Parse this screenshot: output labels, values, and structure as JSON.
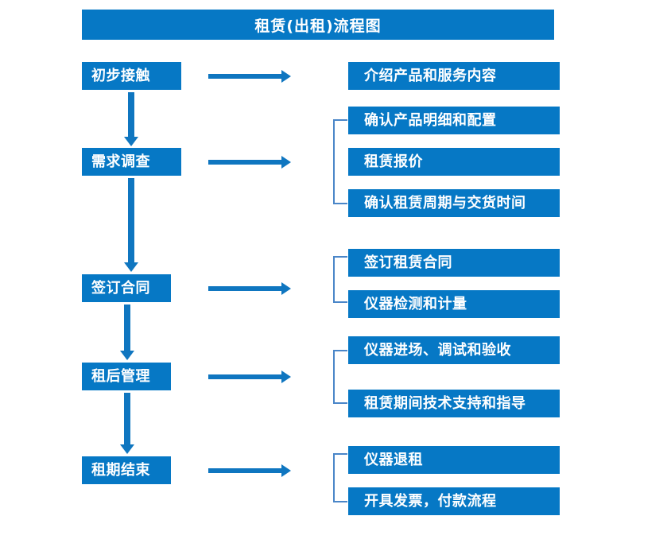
{
  "title": {
    "text": "租赁(出租)流程图"
  },
  "colors": {
    "box_fill": "#0678C5",
    "box_text": "#FFFFFF",
    "arrow": "#0F76C0",
    "bracket": "#4A86C8",
    "background": "#FFFFFF"
  },
  "stages": [
    {
      "id": "initial-contact",
      "label": "初步接触"
    },
    {
      "id": "needs-survey",
      "label": "需求调查"
    },
    {
      "id": "sign-contract",
      "label": "签订合同"
    },
    {
      "id": "post-rental-mgmt",
      "label": "租后管理"
    },
    {
      "id": "rental-end",
      "label": "租期结束"
    }
  ],
  "details": [
    {
      "id": "introduce-products",
      "label": "介绍产品和服务内容"
    },
    {
      "id": "confirm-spec",
      "label": "确认产品明细和配置"
    },
    {
      "id": "rental-quote",
      "label": "租赁报价"
    },
    {
      "id": "confirm-period",
      "label": "确认租赁周期与交货时间"
    },
    {
      "id": "sign-rental-contract",
      "label": "签订租赁合同"
    },
    {
      "id": "instrument-test",
      "label": "仪器检测和计量"
    },
    {
      "id": "instrument-install",
      "label": "仪器进场、调试和验收"
    },
    {
      "id": "tech-support",
      "label": "租赁期间技术支持和指导"
    },
    {
      "id": "instrument-return",
      "label": "仪器退租"
    },
    {
      "id": "invoice-payment",
      "label": "开具发票，付款流程"
    }
  ],
  "connectors": {
    "horizontal_arrow_name": "right-arrow-icon",
    "vertical_arrow_name": "down-arrow-icon",
    "bracket_name": "group-bracket"
  }
}
